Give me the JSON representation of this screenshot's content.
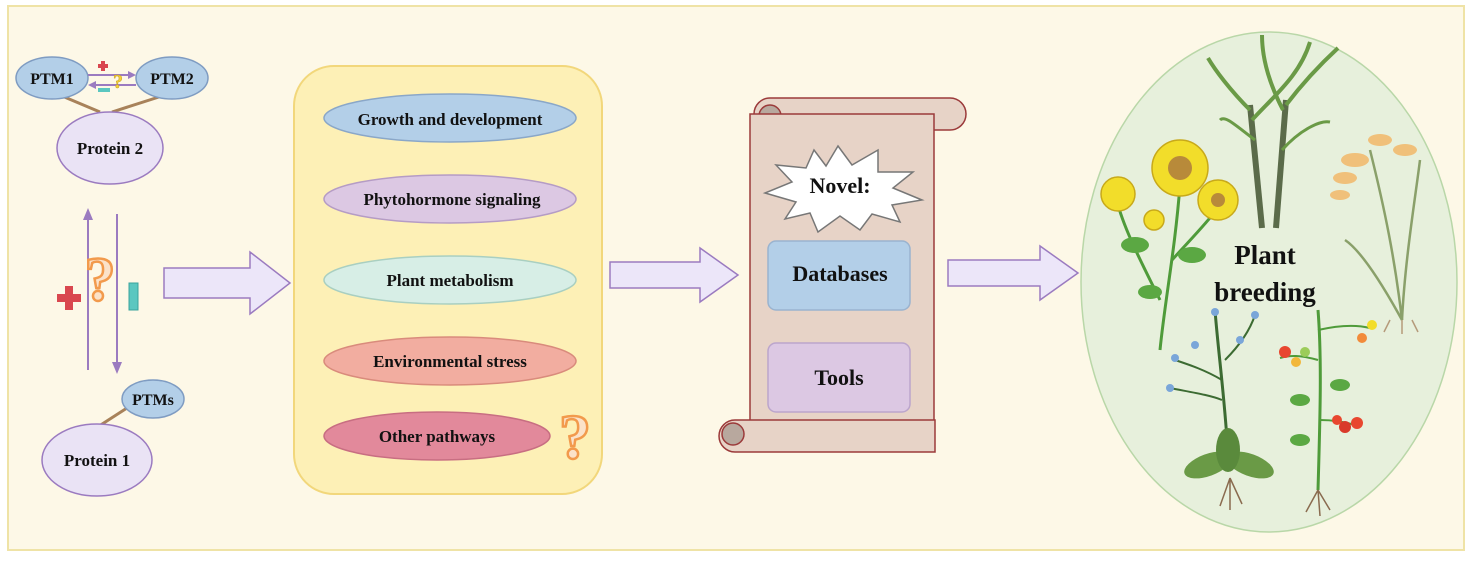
{
  "colors": {
    "background": "#fdf8e7",
    "frame": "#efe3a6",
    "panel_fill": "#fdf0b6",
    "panel_stroke": "#f2d77b",
    "arrow_fill": "#ece6f9",
    "arrow_stroke": "#9b7bc0",
    "scroll_fill": "#e7d3c7",
    "scroll_stroke": "#9b3a3a",
    "oval_fill": "#e7f0dc",
    "oval_stroke": "#b9d7a8",
    "plus_red": "#d9474f",
    "minus_teal": "#5bc7c0",
    "question_orange": "#f29a4c",
    "question_yellow": "#f4cf3c"
  },
  "ptm_section": {
    "ptm1": "PTM1",
    "ptm2": "PTM2",
    "protein2": "Protein 2",
    "ptms": "PTMs",
    "protein1": "Protein 1"
  },
  "pathways": {
    "items": [
      {
        "label": "Growth and development",
        "fill": "#b3cfe8",
        "stroke": "#8aa7c8"
      },
      {
        "label": "Phytohormone signaling",
        "fill": "#dcc8e3",
        "stroke": "#b59cc5"
      },
      {
        "label": "Plant metabolism",
        "fill": "#d7eee6",
        "stroke": "#a9cfc1"
      },
      {
        "label": "Environmental stress",
        "fill": "#f2ada0",
        "stroke": "#d98b7c"
      },
      {
        "label": "Other pathways",
        "fill": "#e2899b",
        "stroke": "#c86e82"
      }
    ]
  },
  "scroll": {
    "novel": "Novel:",
    "databases": "Databases",
    "tools": "Tools"
  },
  "breeding": {
    "line1": "Plant",
    "line2": "breeding"
  }
}
